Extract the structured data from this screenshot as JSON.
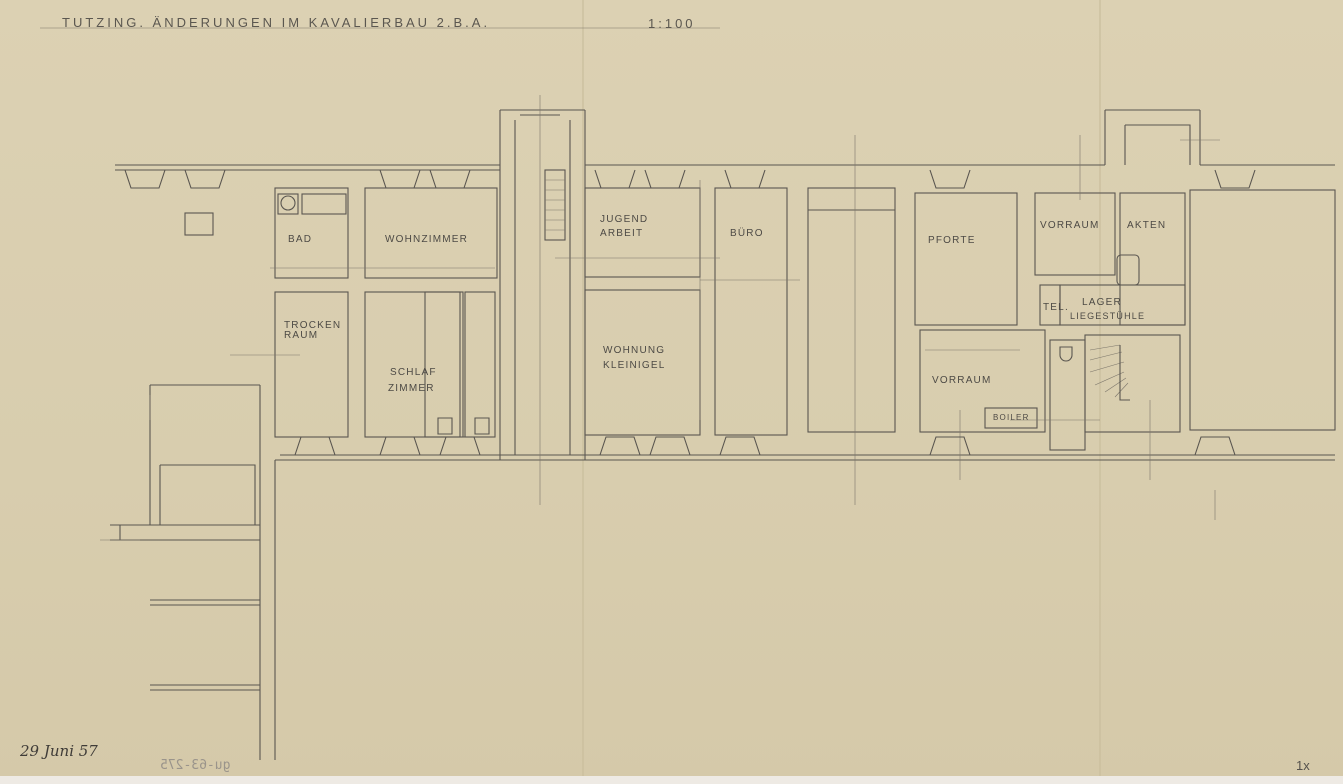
{
  "header": {
    "title": "TUTZING. ÄNDERUNGEN IM KAVALIERBAU  2.B.A.",
    "scale": "1:100"
  },
  "rooms": {
    "bad": "BAD",
    "wohnzimmer": "WOHNZIMMER",
    "trockenraum_1": "TROCKEN",
    "trockenraum_2": "RAUM",
    "schlafzimmer_1": "SCHLAF",
    "schlafzimmer_2": "ZIMMER",
    "jugendarbeit_1": "JUGEND",
    "jugendarbeit_2": "ARBEIT",
    "wohnung_1": "WOHNUNG",
    "wohnung_2": "KLEINIGEL",
    "buero": "BÜRO",
    "pforte": "PFORTE",
    "vorraum_top": "VORRAUM",
    "akten": "AKTEN",
    "tel": "TEL.",
    "lager_1": "LAGER",
    "lager_2": "LIEGESTÜHLE",
    "vorraum_bottom": "VORRAUM",
    "boiler": "BOILER"
  },
  "footer": {
    "date": "29 Juni 57",
    "inventory_mark": "gu-63-275",
    "copy_count": "1x"
  }
}
